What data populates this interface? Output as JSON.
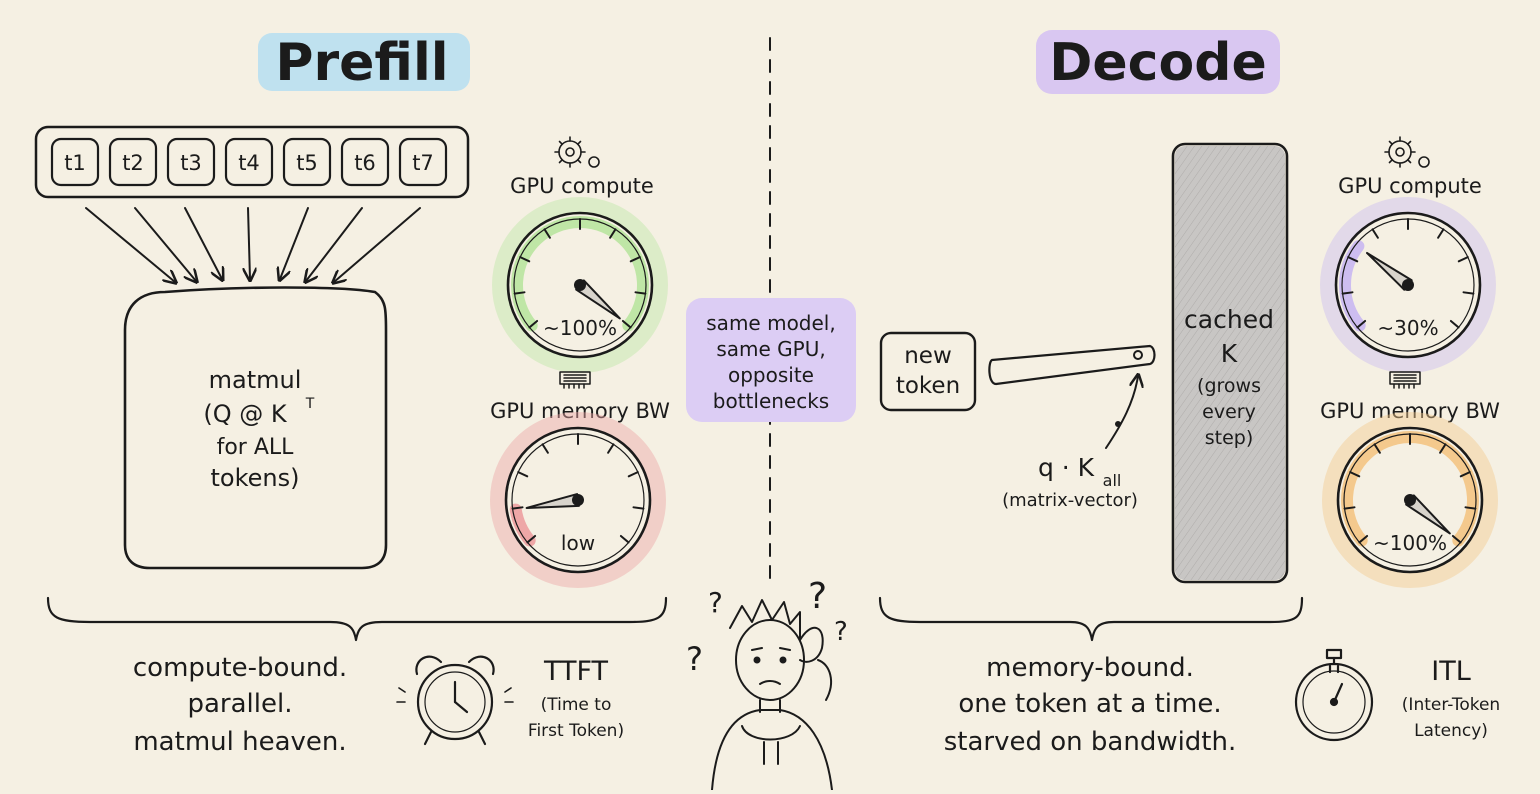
{
  "prefill": {
    "title": "Prefill",
    "tokens": [
      "t1",
      "t2",
      "t3",
      "t4",
      "t5",
      "t6",
      "t7"
    ],
    "matmul": {
      "line1": "matmul",
      "line2": "(Q @ K",
      "sup": "T",
      "line3": "for ALL",
      "line4": "tokens)"
    },
    "compute": {
      "label": "GPU compute",
      "reading": "~100%",
      "level": 1.0
    },
    "memory": {
      "label": "GPU memory BW",
      "reading": "low",
      "level": 0.12
    },
    "summary": [
      "compute-bound.",
      "parallel.",
      "matmul heaven."
    ],
    "metric": {
      "abbr": "TTFT",
      "full": [
        "(Time to",
        "First Token)"
      ]
    }
  },
  "middle": {
    "note": [
      "same model,",
      "same GPU,",
      "opposite",
      "bottlenecks"
    ]
  },
  "decode": {
    "title": "Decode",
    "new_token": [
      "new",
      "token"
    ],
    "cache": {
      "title": [
        "cached",
        "K"
      ],
      "sub": [
        "(grows",
        "every",
        "step)"
      ]
    },
    "op": {
      "main": "q · K",
      "sub": "all",
      "note": "(matrix-vector)"
    },
    "compute": {
      "label": "GPU compute",
      "reading": "~30%",
      "level": 0.3
    },
    "memory": {
      "label": "GPU memory BW",
      "reading": "~100%",
      "level": 1.0
    },
    "summary": [
      "memory-bound.",
      "one token at a time.",
      "starved on bandwidth."
    ],
    "metric": {
      "abbr": "ITL",
      "full": [
        "(Inter-Token",
        "Latency)"
      ]
    }
  },
  "colors": {
    "prefill_highlight": "#bfe1ef",
    "decode_highlight": "#d9c7f1",
    "note_highlight": "#dccdf4",
    "compute_glow": "#bfe6a6",
    "low_glow": "#eea7a7",
    "decode_compute_glow": "#cdbdf0",
    "decode_memory_glow": "#f4c98d",
    "cache_fill": "#c8c6c4",
    "vector_fill": "#e6def2"
  }
}
